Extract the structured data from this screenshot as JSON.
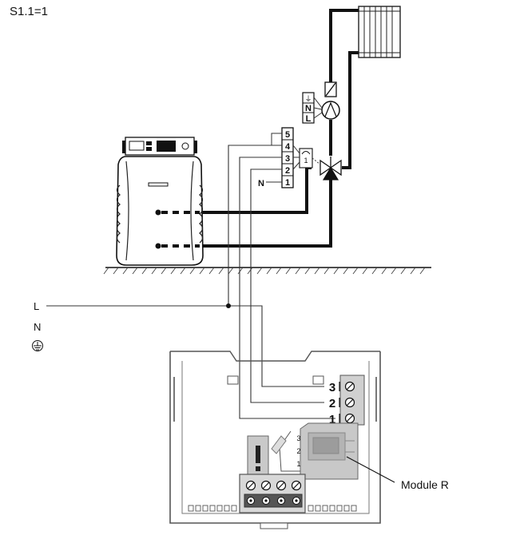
{
  "setting_label": "S1.1=1",
  "mains": {
    "line_label": "L",
    "neutral_label": "N",
    "earth_symbol": "⏚"
  },
  "mixer_terminals": {
    "neutral_label": "N",
    "numbers": [
      "5",
      "4",
      "3",
      "2",
      "1"
    ]
  },
  "pump_terminals": {
    "earth_symbol": "⏚",
    "neutral_label": "N",
    "line_label": "L"
  },
  "actuator": {
    "label": "1"
  },
  "controller": {
    "terminals": [
      "3",
      "2",
      "1"
    ],
    "module_pins": [
      "3",
      "2",
      "1"
    ]
  },
  "module_label": "Module R",
  "colors": {
    "ink": "#111111",
    "module_fill": "#c8c8c8",
    "wire": "#333333"
  }
}
